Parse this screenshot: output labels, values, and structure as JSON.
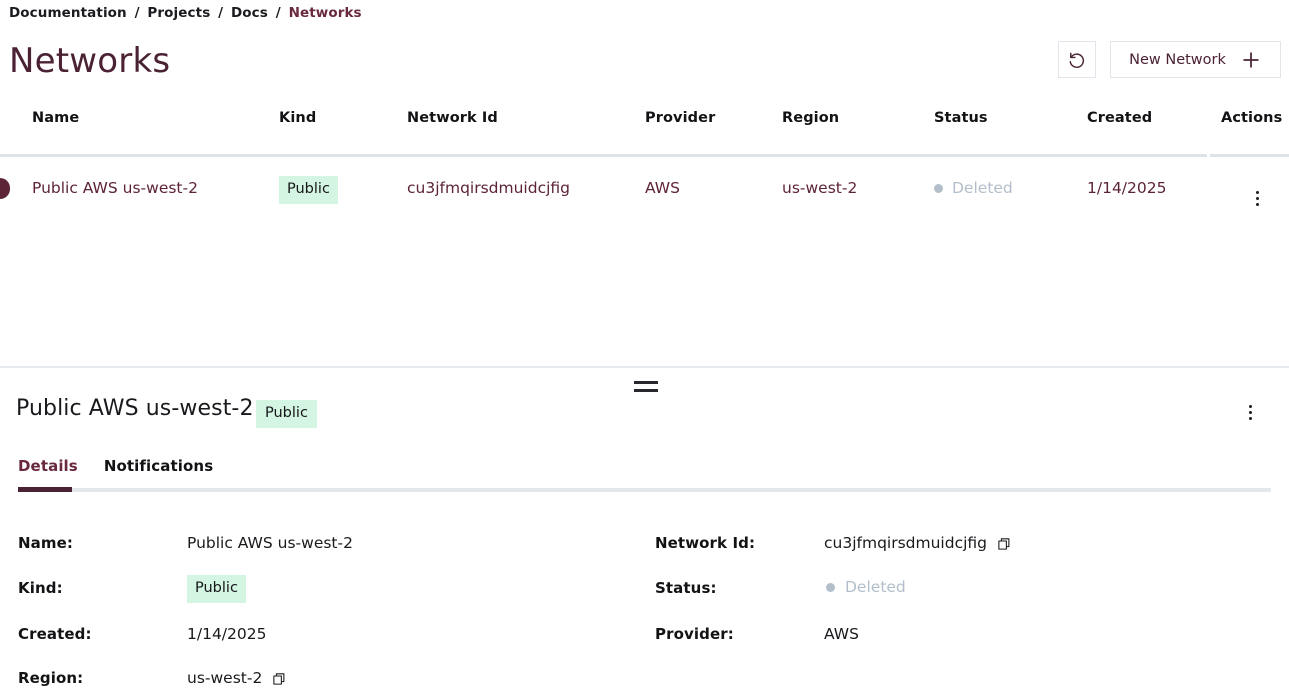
{
  "breadcrumb": {
    "items": [
      "Documentation",
      "Projects",
      "Docs",
      "Networks"
    ],
    "separator": "/"
  },
  "page": {
    "title": "Networks"
  },
  "toolbar": {
    "refresh_icon": "refresh-ccw-icon",
    "new_network_label": "New Network",
    "plus_icon": "plus-icon"
  },
  "table": {
    "columns": [
      "Name",
      "Kind",
      "Network Id",
      "Provider",
      "Region",
      "Status",
      "Created",
      "Actions"
    ],
    "rows": [
      {
        "name": "Public AWS us-west-2",
        "kind": "Public",
        "network_id": "cu3jfmqirsdmuidcjfig",
        "provider": "AWS",
        "region": "us-west-2",
        "status": "Deleted",
        "created": "1/14/2025",
        "actions_icon": "kebab-menu-icon",
        "selected": true
      }
    ]
  },
  "detail": {
    "title": "Public AWS us-west-2",
    "badge": "Public",
    "menu_icon": "kebab-menu-icon",
    "drag_handle_icon": "drag-handle-icon",
    "tabs": [
      {
        "label": "Details",
        "active": true
      },
      {
        "label": "Notifications",
        "active": false
      }
    ],
    "fields_left": [
      {
        "label": "Name:",
        "value": "Public AWS us-west-2",
        "type": "text"
      },
      {
        "label": "Kind:",
        "value": "Public",
        "type": "badge"
      },
      {
        "label": "Created:",
        "value": "1/14/2025",
        "type": "text"
      },
      {
        "label": "Region:",
        "value": "us-west-2",
        "type": "copyable"
      }
    ],
    "fields_right": [
      {
        "label": "Network Id:",
        "value": "cu3jfmqirsdmuidcjfig",
        "type": "copyable"
      },
      {
        "label": "Status:",
        "value": "Deleted",
        "type": "status"
      },
      {
        "label": "Provider:",
        "value": "AWS",
        "type": "text"
      }
    ],
    "copy_icon": "copy-icon"
  },
  "colors": {
    "accent_maroon": "#5d2437",
    "title_maroon": "#4a2233",
    "badge_green_bg": "#d4f5e2",
    "status_gray": "#b2bfcb",
    "rule_gray": "#dde3e9",
    "border_gray": "#e2e6ea"
  }
}
